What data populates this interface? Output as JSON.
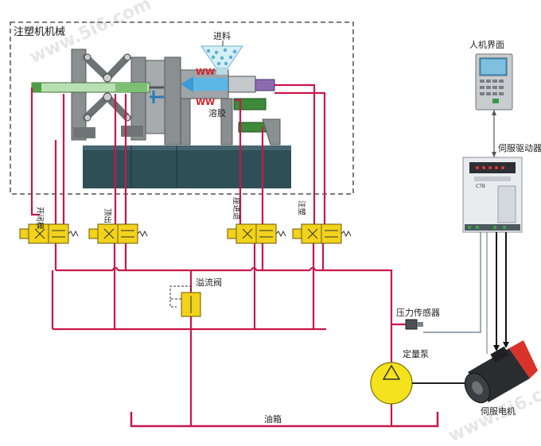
{
  "watermark": "www.5i6.com",
  "labels": {
    "machine_title": "注塑机机械",
    "feed": "进料",
    "melt": "溶胶",
    "hmi": "人机界面",
    "servo_drive": "伺服驱动器",
    "valve_mold": "开闭模",
    "valve_eject": "顶出",
    "valve_carriage": "座进退",
    "valve_inject": "注塑",
    "relief_valve": "溢流阀",
    "pressure_sensor": "压力传感器",
    "fixed_pump": "定量泵",
    "servo_motor": "伺服电机",
    "tank": "油箱",
    "drive_brand": "CTB",
    "heater_mark": "W"
  },
  "colors": {
    "pipe": "#c8174a",
    "valve": "#f2d21a",
    "pump": "#f4e21c",
    "base": "#2f4f57",
    "motor_red": "#d8322a"
  }
}
